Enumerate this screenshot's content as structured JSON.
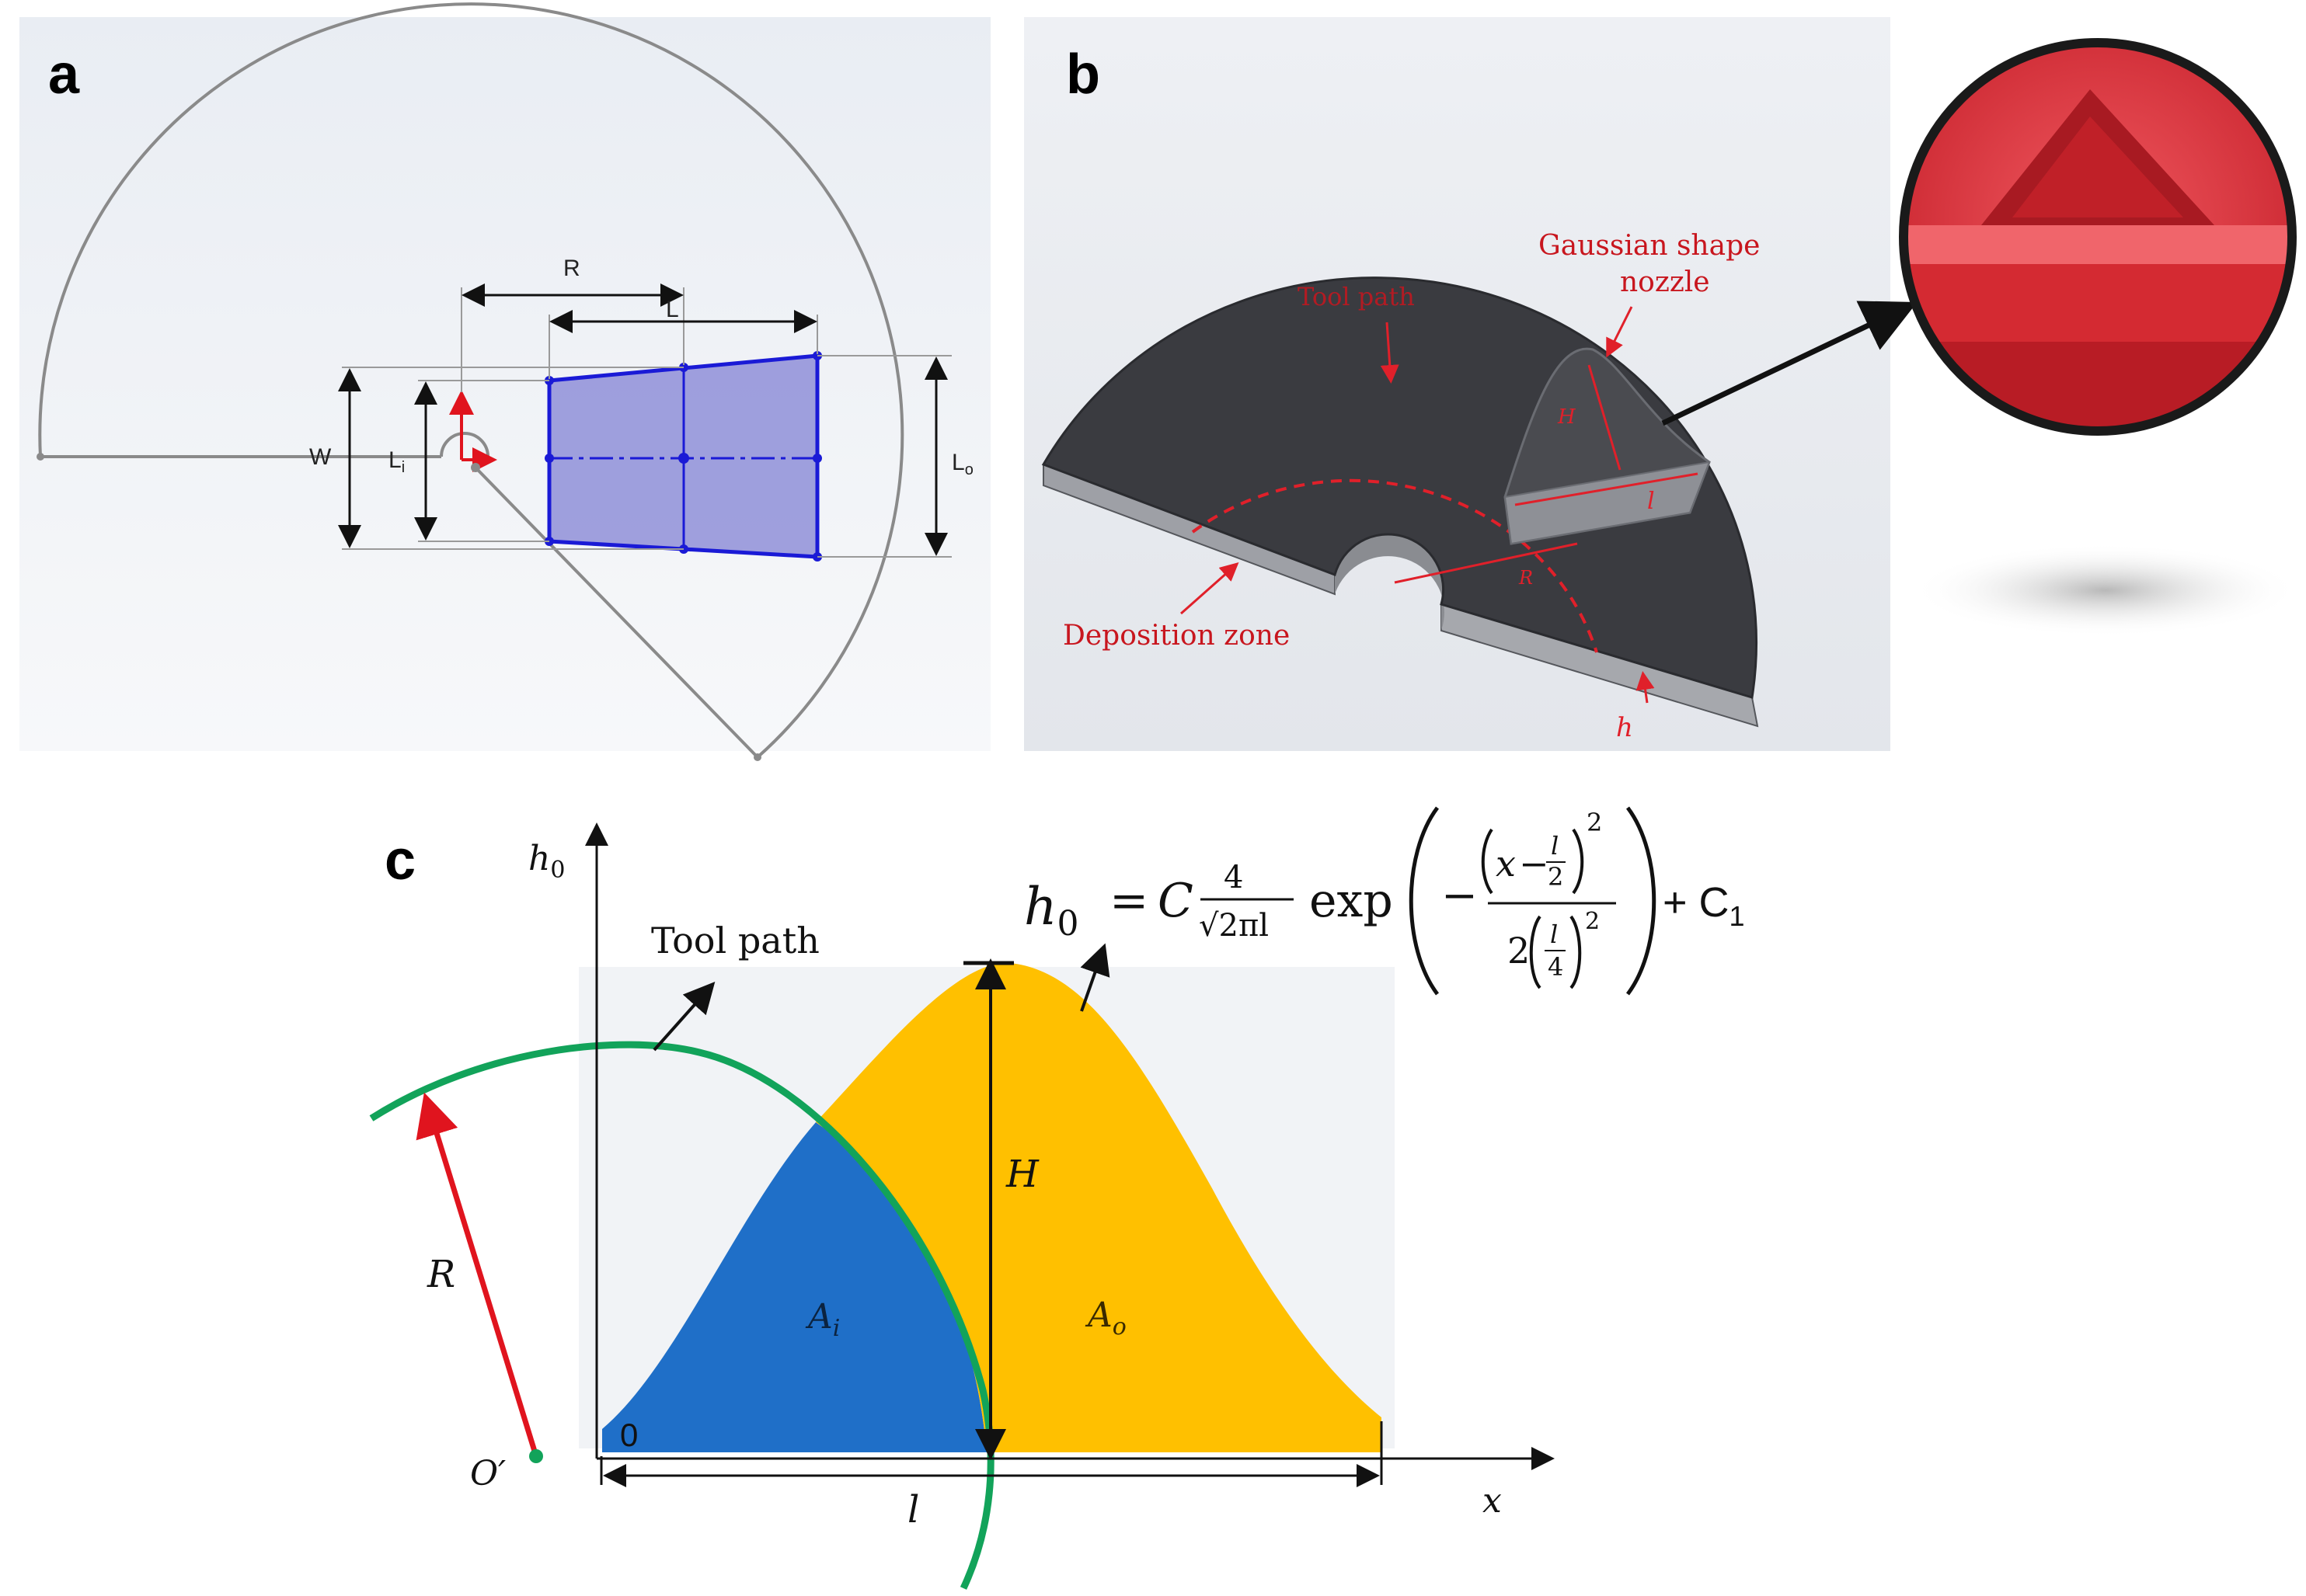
{
  "panels": {
    "a": {
      "letter": "a",
      "labels": {
        "R": "R",
        "L": "L",
        "W": "W",
        "Li": "L",
        "Li_sub": "i",
        "Lo": "L",
        "Lo_sub": "o"
      }
    },
    "b": {
      "letter": "b",
      "labels": {
        "nozzle_line1": "Gaussian shape",
        "nozzle_line2": "nozzle",
        "tool_path": "Tool path",
        "deposition_zone": "Deposition zone",
        "h": "h",
        "H": "H",
        "l": "l",
        "R": "R"
      }
    },
    "c": {
      "letter": "c",
      "labels": {
        "h0_axis": "h",
        "h0_axis_sub": "0",
        "tool_path": "Tool path",
        "R": "R",
        "O_prime": "O′",
        "H": "H",
        "Ai": "A",
        "Ai_sub": "i",
        "Ao": "A",
        "Ao_sub": "o",
        "zero": "0",
        "l": "l",
        "x": "x"
      },
      "equation": {
        "lhs": "h",
        "lhs_sub": "0",
        "equals": "=",
        "C": "C",
        "num": "4",
        "den": "√2πl",
        "exp": "exp",
        "minus": "−",
        "x": "x",
        "dash": "−",
        "l_half_num": "l",
        "l_half_den": "2",
        "square": "2",
        "two": "2",
        "l_quarter_num": "l",
        "l_quarter_den": "4",
        "square2": "2",
        "plus": "+ C",
        "plus_sub": "1"
      }
    }
  },
  "colors": {
    "blue_region": "#1f6fc8",
    "yellow_region": "#ffc000",
    "tool_path_green": "#12a35a",
    "arrow_red": "#e0141e",
    "sketch_blue": "#1a1ad6",
    "sketch_fill": "#8f8fd8",
    "disk_dark": "#3a3b40",
    "nozzle_red": "#e8333b",
    "annot_red": "#e0202a"
  }
}
